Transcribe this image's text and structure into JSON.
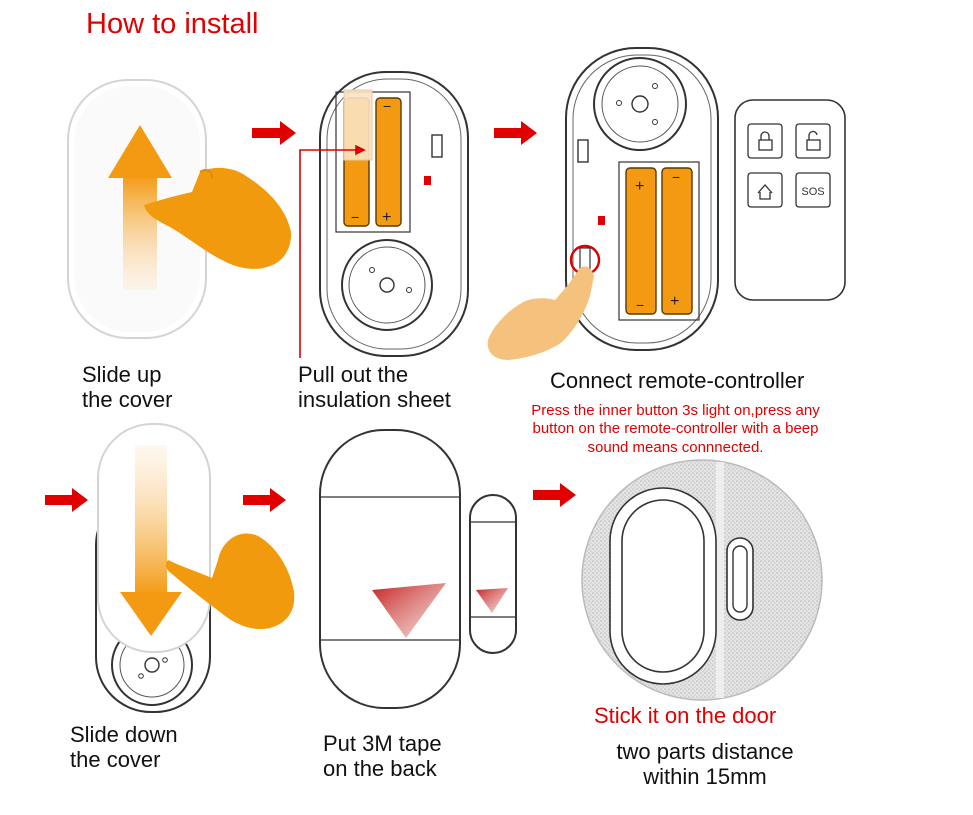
{
  "title": "How to install",
  "steps": [
    {
      "caption": "Slide up\nthe cover"
    },
    {
      "caption": "Pull out the\ninsulation sheet"
    },
    {
      "caption": "Connect remote-controller",
      "note": "Press the inner button 3s light on,press any\nbutton on the remote-controller with a beep\nsound means connnected."
    },
    {
      "caption": "Slide down\nthe cover"
    },
    {
      "caption": "Put 3M tape\non the back"
    },
    {
      "caption": "Stick it on the door",
      "subcaption": "two parts distance\nwithin 15mm"
    }
  ],
  "remote": {
    "button_sos": "SOS"
  },
  "battery_plus": "+",
  "battery_minus": "−",
  "colors": {
    "accent_red": "#e00000",
    "arrow_orange": "#f39a12",
    "hand_orange": "#f29a0e",
    "tape_red": "#c41f1f"
  }
}
